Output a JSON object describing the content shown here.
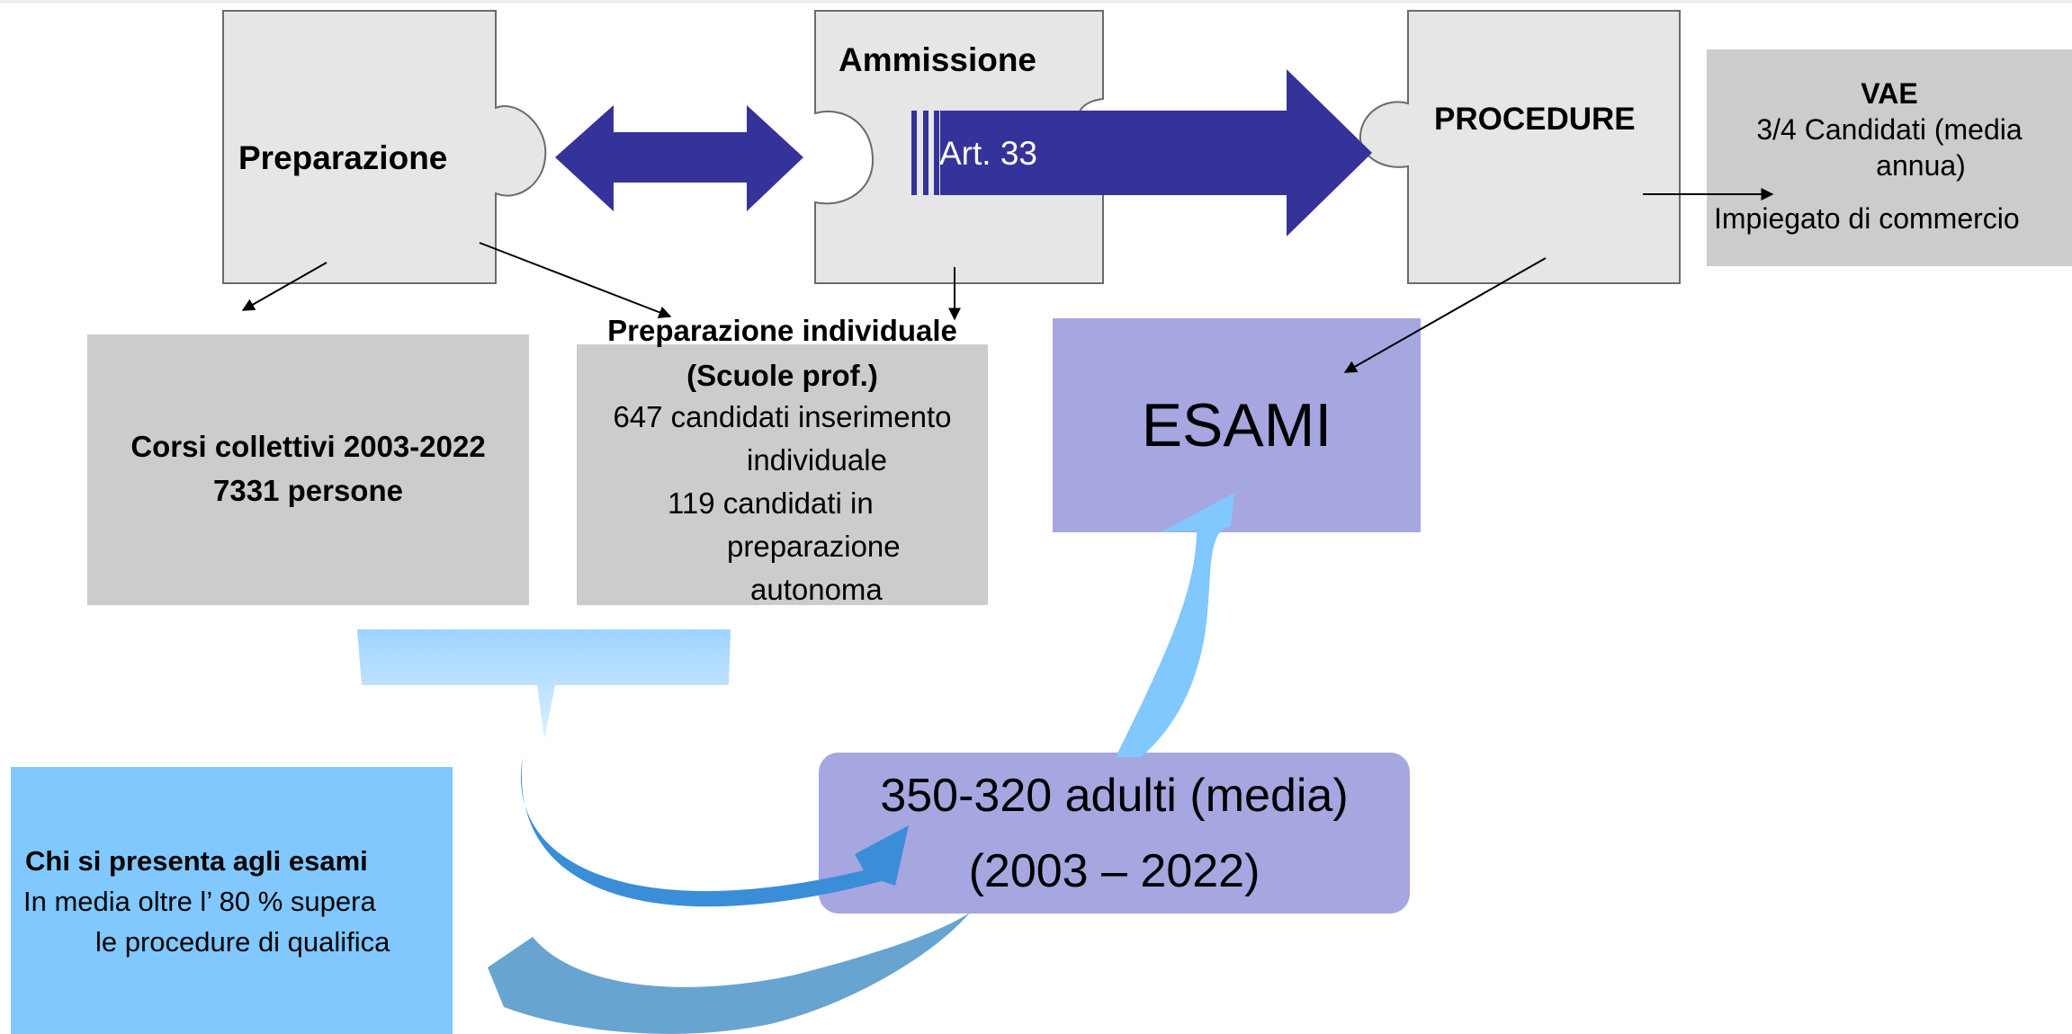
{
  "puzzle": {
    "preparazione": "Preparazione",
    "ammissione": "Ammissione",
    "procedure": "PROCEDURE",
    "art33": "Art. 33"
  },
  "vae": {
    "title": "VAE",
    "line1": "3/4 Candidati (media",
    "line2": "annua)",
    "line3": "Impiegato di commercio"
  },
  "corsi": {
    "line1": "Corsi collettivi 2003-2022",
    "line2": "7331 persone"
  },
  "individuale": {
    "title1": "Preparazione  individuale",
    "title2": "(Scuole prof.)",
    "line1": "647 candidati inserimento",
    "line2": "individuale",
    "line3": "119 candidati in",
    "line4": "preparazione",
    "line5": "autonoma"
  },
  "esami": "ESAMI",
  "adulti": {
    "line1": "350-320 adulti (media)",
    "line2": "(2003 – 2022)"
  },
  "chi": {
    "title": "Chi si presenta agli esami",
    "line1": "In media oltre l’ 80 % supera",
    "line2": "le procedure di qualifica"
  },
  "colors": {
    "puzzle_fill": "#e6e6e6",
    "grey_box": "#cccccc",
    "arrow_navy": "#353399",
    "lavender": "#a6a6e0",
    "light_blue": "#80c8ff"
  }
}
